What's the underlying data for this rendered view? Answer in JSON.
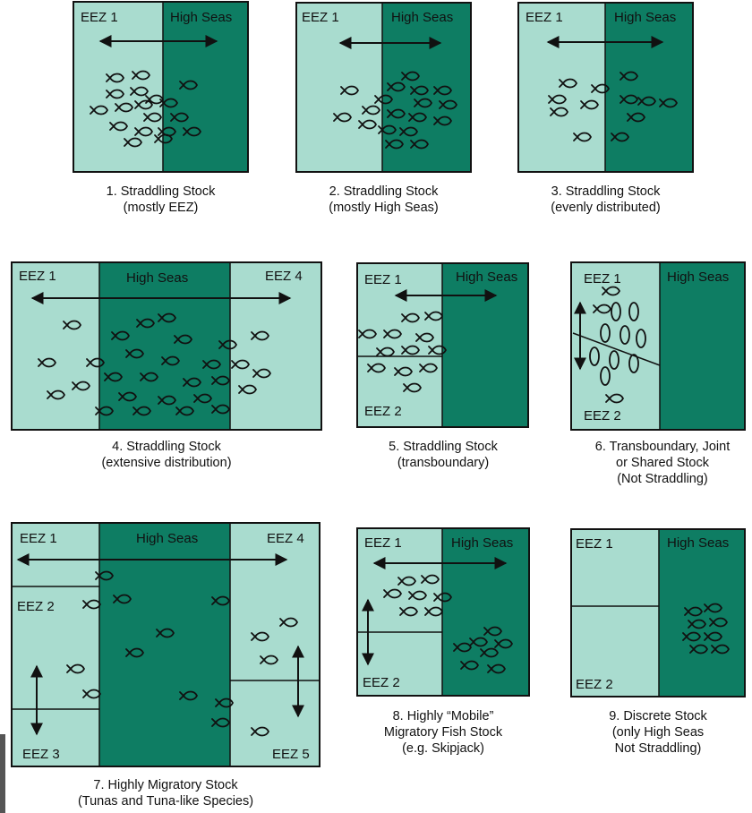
{
  "colors": {
    "light": "#a9dccf",
    "dark": "#0e7d63",
    "ink": "#111111"
  },
  "panels": [
    {
      "labels": [
        "EEZ 1",
        "High Seas"
      ],
      "caption": [
        "1. Straddling Stock",
        "(mostly EEZ)"
      ]
    },
    {
      "labels": [
        "EEZ 1",
        "High Seas"
      ],
      "caption": [
        "2. Straddling Stock",
        "(mostly High Seas)"
      ]
    },
    {
      "labels": [
        "EEZ 1",
        "High Seas"
      ],
      "caption": [
        "3. Straddling Stock",
        "(evenly distributed)"
      ]
    },
    {
      "labels": [
        "EEZ 1",
        "High Seas",
        "EEZ 4"
      ],
      "caption": [
        "4. Straddling Stock",
        "(extensive distribution)"
      ]
    },
    {
      "labels": [
        "EEZ 1",
        "High Seas",
        "EEZ 2"
      ],
      "caption": [
        "5. Straddling Stock",
        "(transboundary)"
      ]
    },
    {
      "labels": [
        "EEZ 1",
        "High Seas",
        "EEZ 2"
      ],
      "caption": [
        "6. Transboundary, Joint",
        "or Shared Stock",
        "(Not Straddling)"
      ]
    },
    {
      "labels": [
        "EEZ 1",
        "High Seas",
        "EEZ 4",
        "EEZ 2",
        "EEZ 3",
        "EEZ 5"
      ],
      "caption": [
        "7. Highly Migratory Stock",
        "(Tunas and Tuna-like Species)"
      ]
    },
    {
      "labels": [
        "EEZ 1",
        "High Seas",
        "EEZ 2"
      ],
      "caption": [
        "8. Highly “Mobile”",
        "Migratory Fish Stock",
        "(e.g. Skipjack)"
      ]
    },
    {
      "labels": [
        "EEZ 1",
        "High Seas",
        "EEZ 2"
      ],
      "caption": [
        "9. Discrete Stock",
        "(only High Seas",
        "Not Straddling)"
      ]
    }
  ]
}
